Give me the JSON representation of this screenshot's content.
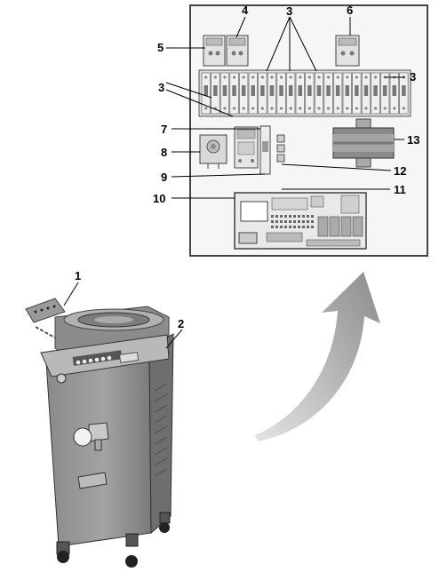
{
  "callouts": {
    "c1": "1",
    "c2": "2",
    "c3a": "3",
    "c3b": "3",
    "c3c": "3",
    "c4": "4",
    "c5": "5",
    "c6": "6",
    "c7": "7",
    "c8": "8",
    "c9": "9",
    "c10": "10",
    "c11": "11",
    "c12": "12",
    "c13": "13"
  },
  "colors": {
    "panel_border": "#555555",
    "panel_fill": "#f4f4f4",
    "machine_body": "#9a9a9a",
    "machine_dark": "#6e6e6e",
    "arrow_fill": "#bcbcbc"
  }
}
